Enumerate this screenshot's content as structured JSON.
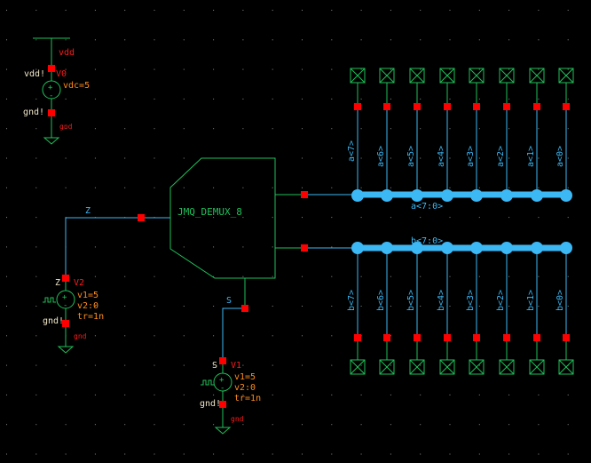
{
  "colors": {
    "background": "#000000",
    "wire": "#3cb8f5",
    "symbol": "#1fc15a",
    "pin": "#ff0000",
    "param": "#ff8c1a"
  },
  "instance": {
    "name": "JMQ_DEMUX_8"
  },
  "nets": {
    "z": "Z",
    "s": "S",
    "a_bus": "a<7:0>",
    "b_bus": "b<7:0>"
  },
  "a_labels": [
    "a<7>",
    "a<6>",
    "a<5>",
    "a<4>",
    "a<3>",
    "a<2>",
    "a<1>",
    "a<0>"
  ],
  "b_labels": [
    "b<7>",
    "b<6>",
    "b<5>",
    "b<4>",
    "b<3>",
    "b<2>",
    "b<1>",
    "b<0>"
  ],
  "v0": {
    "name": "V0",
    "top_net": "vdd",
    "top_global": "vdd!",
    "param": "vdc=5",
    "bot_global": "gnd!",
    "bot_net": "gnd"
  },
  "v2": {
    "name": "V2",
    "top_net": "Z",
    "params": [
      "v1=5",
      "v2:0",
      "tr=1n"
    ],
    "bot_global": "gnd!",
    "bot_net": "gnd"
  },
  "v1": {
    "name": "V1",
    "top_net": "S",
    "params": [
      "v1=5",
      "v2:0",
      "tr=1n"
    ],
    "bot_global": "gnd!",
    "bot_net": "gnd"
  }
}
